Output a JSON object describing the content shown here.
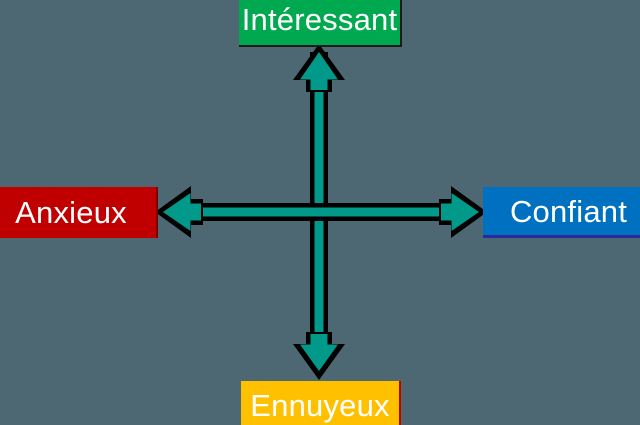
{
  "diagram": {
    "type": "two-axis-quadrant",
    "title_text": "",
    "background_color": "#4d6873",
    "axis_color_fill": "#00998a",
    "axis_color_outline": "#000000",
    "labels": {
      "top": {
        "text": "Intéressant",
        "color": "#00a94f",
        "text_color": "#ffffff",
        "position": "top",
        "icon": "arrow-up-icon"
      },
      "bottom": {
        "text": "Ennuyeux",
        "color": "#ffc000",
        "text_color": "#ffffff",
        "position": "bottom",
        "icon": "arrow-down-icon"
      },
      "left": {
        "text": "Anxieux",
        "color": "#c00000",
        "text_color": "#ffffff",
        "position": "left",
        "icon": "arrow-left-icon"
      },
      "right": {
        "text": "Confiant",
        "color": "#0070c0",
        "text_color": "#ffffff",
        "position": "right",
        "icon": "arrow-right-icon"
      }
    }
  }
}
